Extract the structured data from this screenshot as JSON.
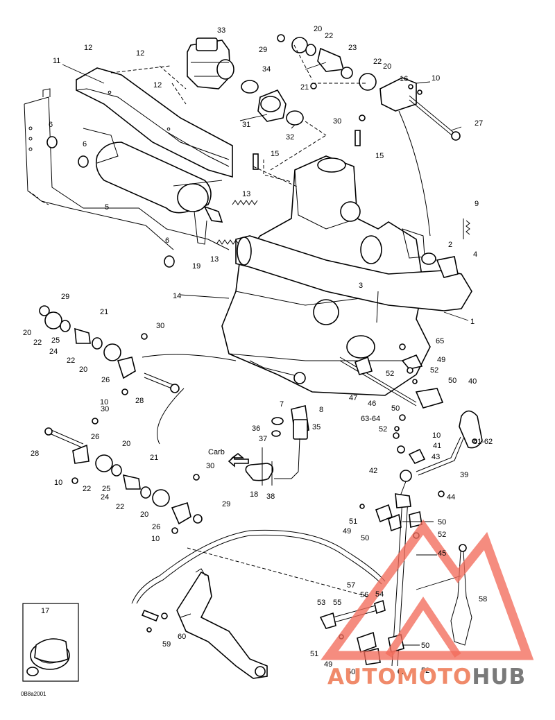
{
  "figure_code": "0B8a2001",
  "carb_label": "Carb",
  "watermark": {
    "text_orange": "AUTOMOTO",
    "text_gray": "HUB",
    "color_orange": "#f08a6a",
    "color_gray": "#7a7a7a",
    "logo_color": "#f26b5b"
  },
  "callouts": [
    {
      "id": "c33",
      "text": "33"
    },
    {
      "id": "c20a",
      "text": "20"
    },
    {
      "id": "c22a",
      "text": "22"
    },
    {
      "id": "c29a",
      "text": "29"
    },
    {
      "id": "c23",
      "text": "23"
    },
    {
      "id": "c22b",
      "text": "22"
    },
    {
      "id": "c20b",
      "text": "20"
    },
    {
      "id": "c12a",
      "text": "12"
    },
    {
      "id": "c12b",
      "text": "12"
    },
    {
      "id": "c11",
      "text": "11"
    },
    {
      "id": "c34",
      "text": "34"
    },
    {
      "id": "c16",
      "text": "16"
    },
    {
      "id": "c10a",
      "text": "10"
    },
    {
      "id": "c21a",
      "text": "21"
    },
    {
      "id": "c12c",
      "text": "12"
    },
    {
      "id": "c30a",
      "text": "30"
    },
    {
      "id": "c27",
      "text": "27"
    },
    {
      "id": "c31",
      "text": "31"
    },
    {
      "id": "c32",
      "text": "32"
    },
    {
      "id": "c6a",
      "text": "6"
    },
    {
      "id": "c6b",
      "text": "6"
    },
    {
      "id": "c15a",
      "text": "15"
    },
    {
      "id": "c15b",
      "text": "15"
    },
    {
      "id": "c13a",
      "text": "13"
    },
    {
      "id": "c5",
      "text": "5"
    },
    {
      "id": "c9",
      "text": "9"
    },
    {
      "id": "c2",
      "text": "2"
    },
    {
      "id": "c4",
      "text": "4"
    },
    {
      "id": "c6c",
      "text": "6"
    },
    {
      "id": "c13b",
      "text": "13"
    },
    {
      "id": "c19",
      "text": "19"
    },
    {
      "id": "c3",
      "text": "3"
    },
    {
      "id": "c14",
      "text": "14"
    },
    {
      "id": "c1",
      "text": "1"
    },
    {
      "id": "c29b",
      "text": "29"
    },
    {
      "id": "c21b",
      "text": "21"
    },
    {
      "id": "c20c",
      "text": "20"
    },
    {
      "id": "c22c",
      "text": "22"
    },
    {
      "id": "c25a",
      "text": "25"
    },
    {
      "id": "c30b",
      "text": "30"
    },
    {
      "id": "c24a",
      "text": "24"
    },
    {
      "id": "c22d",
      "text": "22"
    },
    {
      "id": "c20d",
      "text": "20"
    },
    {
      "id": "c26a",
      "text": "26"
    },
    {
      "id": "c10b",
      "text": "10"
    },
    {
      "id": "c28a",
      "text": "28"
    },
    {
      "id": "c65",
      "text": "65"
    },
    {
      "id": "c49a",
      "text": "49"
    },
    {
      "id": "c52a",
      "text": "52"
    },
    {
      "id": "c52b",
      "text": "52"
    },
    {
      "id": "c40",
      "text": "40"
    },
    {
      "id": "c50a",
      "text": "50"
    },
    {
      "id": "c47",
      "text": "47"
    },
    {
      "id": "c46",
      "text": "46"
    },
    {
      "id": "c50b",
      "text": "50"
    },
    {
      "id": "c6364",
      "text": "63-64"
    },
    {
      "id": "c7",
      "text": "7"
    },
    {
      "id": "c8",
      "text": "8"
    },
    {
      "id": "c36",
      "text": "36"
    },
    {
      "id": "c35",
      "text": "35"
    },
    {
      "id": "c37",
      "text": "37"
    },
    {
      "id": "c30c",
      "text": "30"
    },
    {
      "id": "c26b",
      "text": "26"
    },
    {
      "id": "c20e",
      "text": "20"
    },
    {
      "id": "c52c",
      "text": "52"
    },
    {
      "id": "c10c",
      "text": "10"
    },
    {
      "id": "c41",
      "text": "41"
    },
    {
      "id": "c6162",
      "text": "61-62"
    },
    {
      "id": "c28b",
      "text": "28"
    },
    {
      "id": "c21c",
      "text": "21"
    },
    {
      "id": "c43",
      "text": "43"
    },
    {
      "id": "c10d",
      "text": "10"
    },
    {
      "id": "c22e",
      "text": "22"
    },
    {
      "id": "c25b",
      "text": "25"
    },
    {
      "id": "c42",
      "text": "42"
    },
    {
      "id": "c39",
      "text": "39"
    },
    {
      "id": "c24b",
      "text": "24"
    },
    {
      "id": "c30d",
      "text": "30"
    },
    {
      "id": "c18",
      "text": "18"
    },
    {
      "id": "c38",
      "text": "38"
    },
    {
      "id": "c44",
      "text": "44"
    },
    {
      "id": "c22f",
      "text": "22"
    },
    {
      "id": "c20f",
      "text": "20"
    },
    {
      "id": "c29c",
      "text": "29"
    },
    {
      "id": "c26c",
      "text": "26"
    },
    {
      "id": "c51a",
      "text": "51"
    },
    {
      "id": "c50c",
      "text": "50"
    },
    {
      "id": "c49b",
      "text": "49"
    },
    {
      "id": "c52d",
      "text": "52"
    },
    {
      "id": "c10e",
      "text": "10"
    },
    {
      "id": "c50d",
      "text": "50"
    },
    {
      "id": "c45",
      "text": "45"
    },
    {
      "id": "c17",
      "text": "17"
    },
    {
      "id": "c57",
      "text": "57"
    },
    {
      "id": "c53",
      "text": "53"
    },
    {
      "id": "c55",
      "text": "55"
    },
    {
      "id": "c56",
      "text": "56"
    },
    {
      "id": "c54",
      "text": "54"
    },
    {
      "id": "c58",
      "text": "58"
    },
    {
      "id": "c60",
      "text": "60"
    },
    {
      "id": "c59",
      "text": "59"
    },
    {
      "id": "c51b",
      "text": "51"
    },
    {
      "id": "c50e",
      "text": "50"
    },
    {
      "id": "c49c",
      "text": "49"
    },
    {
      "id": "c50f",
      "text": "50"
    },
    {
      "id": "c52e",
      "text": "52"
    }
  ]
}
